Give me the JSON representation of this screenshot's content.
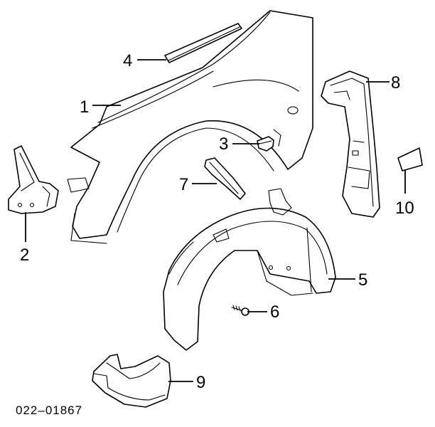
{
  "diagram": {
    "callouts": [
      {
        "id": "1",
        "label": "1"
      },
      {
        "id": "2",
        "label": "2"
      },
      {
        "id": "3",
        "label": "3"
      },
      {
        "id": "4",
        "label": "4"
      },
      {
        "id": "5",
        "label": "5"
      },
      {
        "id": "6",
        "label": "6"
      },
      {
        "id": "7",
        "label": "7"
      },
      {
        "id": "8",
        "label": "8"
      },
      {
        "id": "9",
        "label": "9"
      },
      {
        "id": "10",
        "label": "10"
      }
    ],
    "drawing_code": "022–01867"
  }
}
